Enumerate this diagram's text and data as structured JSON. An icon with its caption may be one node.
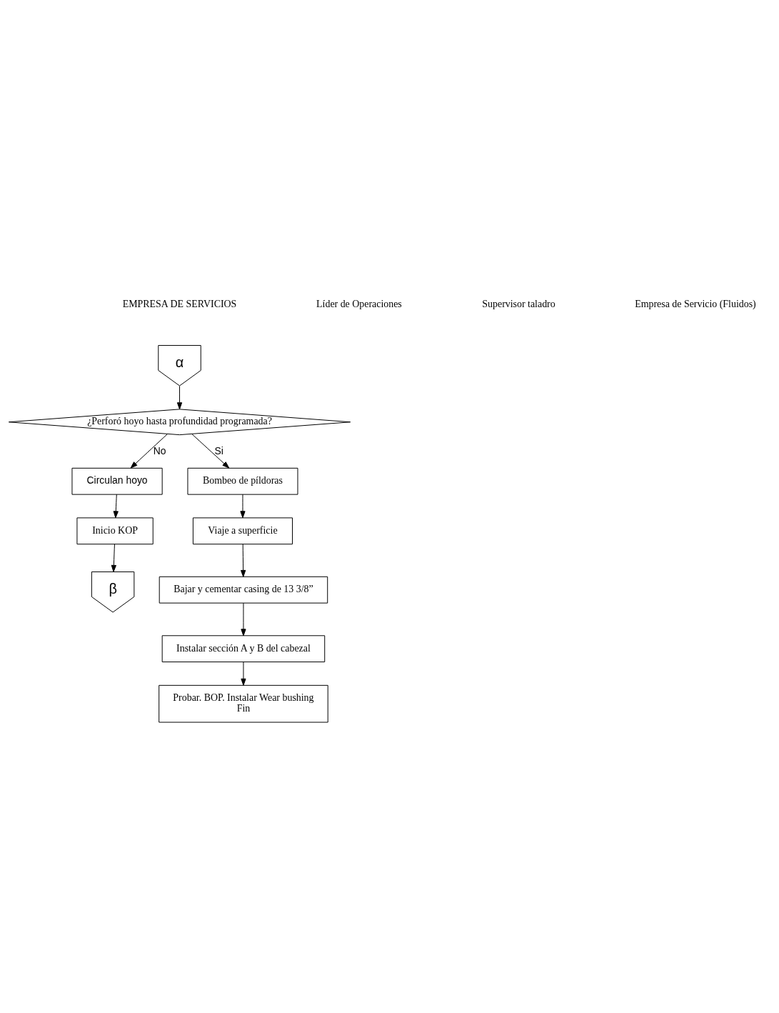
{
  "diagram": {
    "nodes": [
      {
        "text": [
          "α"
        ]
      },
      {
        "text": [
          "¿Perforó hoyo hasta profundidad programada?"
        ]
      },
      {
        "text": [
          "Circulan hoyo"
        ]
      },
      {
        "text": [
          "Inicio KOP"
        ]
      },
      {
        "text": [
          "β"
        ]
      },
      {
        "text": [
          "Bombeo de píldoras"
        ]
      },
      {
        "text": [
          "Viaje a superficie"
        ]
      },
      {
        "text": [
          "Bajar y cementar casing de 13 3/8”"
        ]
      },
      {
        "text": [
          "Instalar sección A y B del cabezal"
        ]
      },
      {
        "text": [
          "Probar. BOP. Instalar Wear bushing",
          "Fin"
        ]
      }
    ],
    "edges": [
      {
        "from": 0,
        "to": 1,
        "arrow": "to"
      },
      {
        "from": 1,
        "to": 2,
        "arrow": "to",
        "label": "No"
      },
      {
        "from": 1,
        "to": 5,
        "arrow": "to",
        "label": "Si"
      },
      {
        "from": 2,
        "to": 3,
        "arrow": "to"
      },
      {
        "from": 3,
        "to": 4,
        "arrow": "to"
      },
      {
        "from": 5,
        "to": 6,
        "arrow": "to"
      },
      {
        "from": 6,
        "to": 7,
        "arrow": "to"
      },
      {
        "from": 7,
        "to": 8,
        "arrow": "to"
      },
      {
        "from": 8,
        "to": 9,
        "arrow": "to"
      }
    ],
    "labels": [
      "EMPRESA DE SERVICIOS",
      "Líder de Operaciones",
      "Supervisor taladro",
      "Empresa de Servicio (Fluidos)"
    ]
  }
}
